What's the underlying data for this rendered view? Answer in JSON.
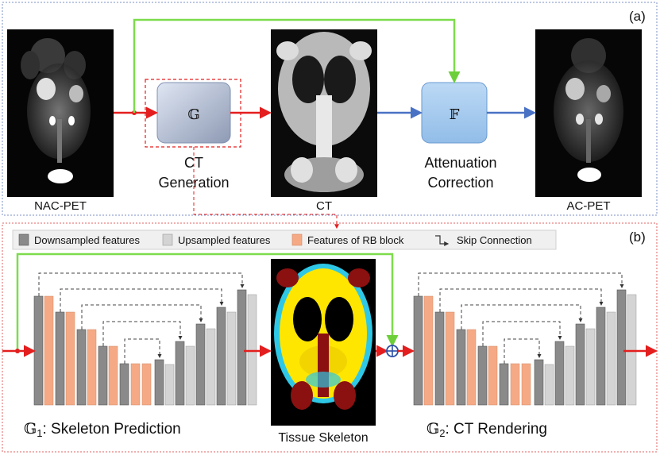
{
  "panel_a": {
    "tag": "(a)",
    "nac_pet_label": "NAC-PET",
    "ct_label": "CT",
    "ac_pet_label": "AC-PET",
    "generator_symbol": "𝔾",
    "ct_generation_line1": "CT",
    "ct_generation_line2": "Generation",
    "attenuation_symbol": "𝔽",
    "attenuation_line1": "Attenuation",
    "attenuation_line2": "Correction"
  },
  "panel_b": {
    "tag": "(b)",
    "legend": {
      "downsampled": "Downsampled features",
      "upsampled": "Upsampled features",
      "rb_block": "Features of RB block",
      "skip": "Skip Connection"
    },
    "g1_symbol": "𝔾",
    "g1_subscript": "1",
    "g1_title": ": Skeleton Prediction",
    "g2_symbol": "𝔾",
    "g2_subscript": "2",
    "g2_title": ": CT Rendering",
    "tissue_skeleton_label": "Tissue Skeleton"
  },
  "colors": {
    "red_arrow": "#e41e1e",
    "green_arrow": "#7ddc4c",
    "blue_arrow": "#4a72c4",
    "downsampled": "#8a8a8a",
    "upsampled": "#d4d4d4",
    "rb_block": "#f5aa85",
    "panel_a_border": "#7b8fc4",
    "panel_b_border": "#e06060"
  }
}
